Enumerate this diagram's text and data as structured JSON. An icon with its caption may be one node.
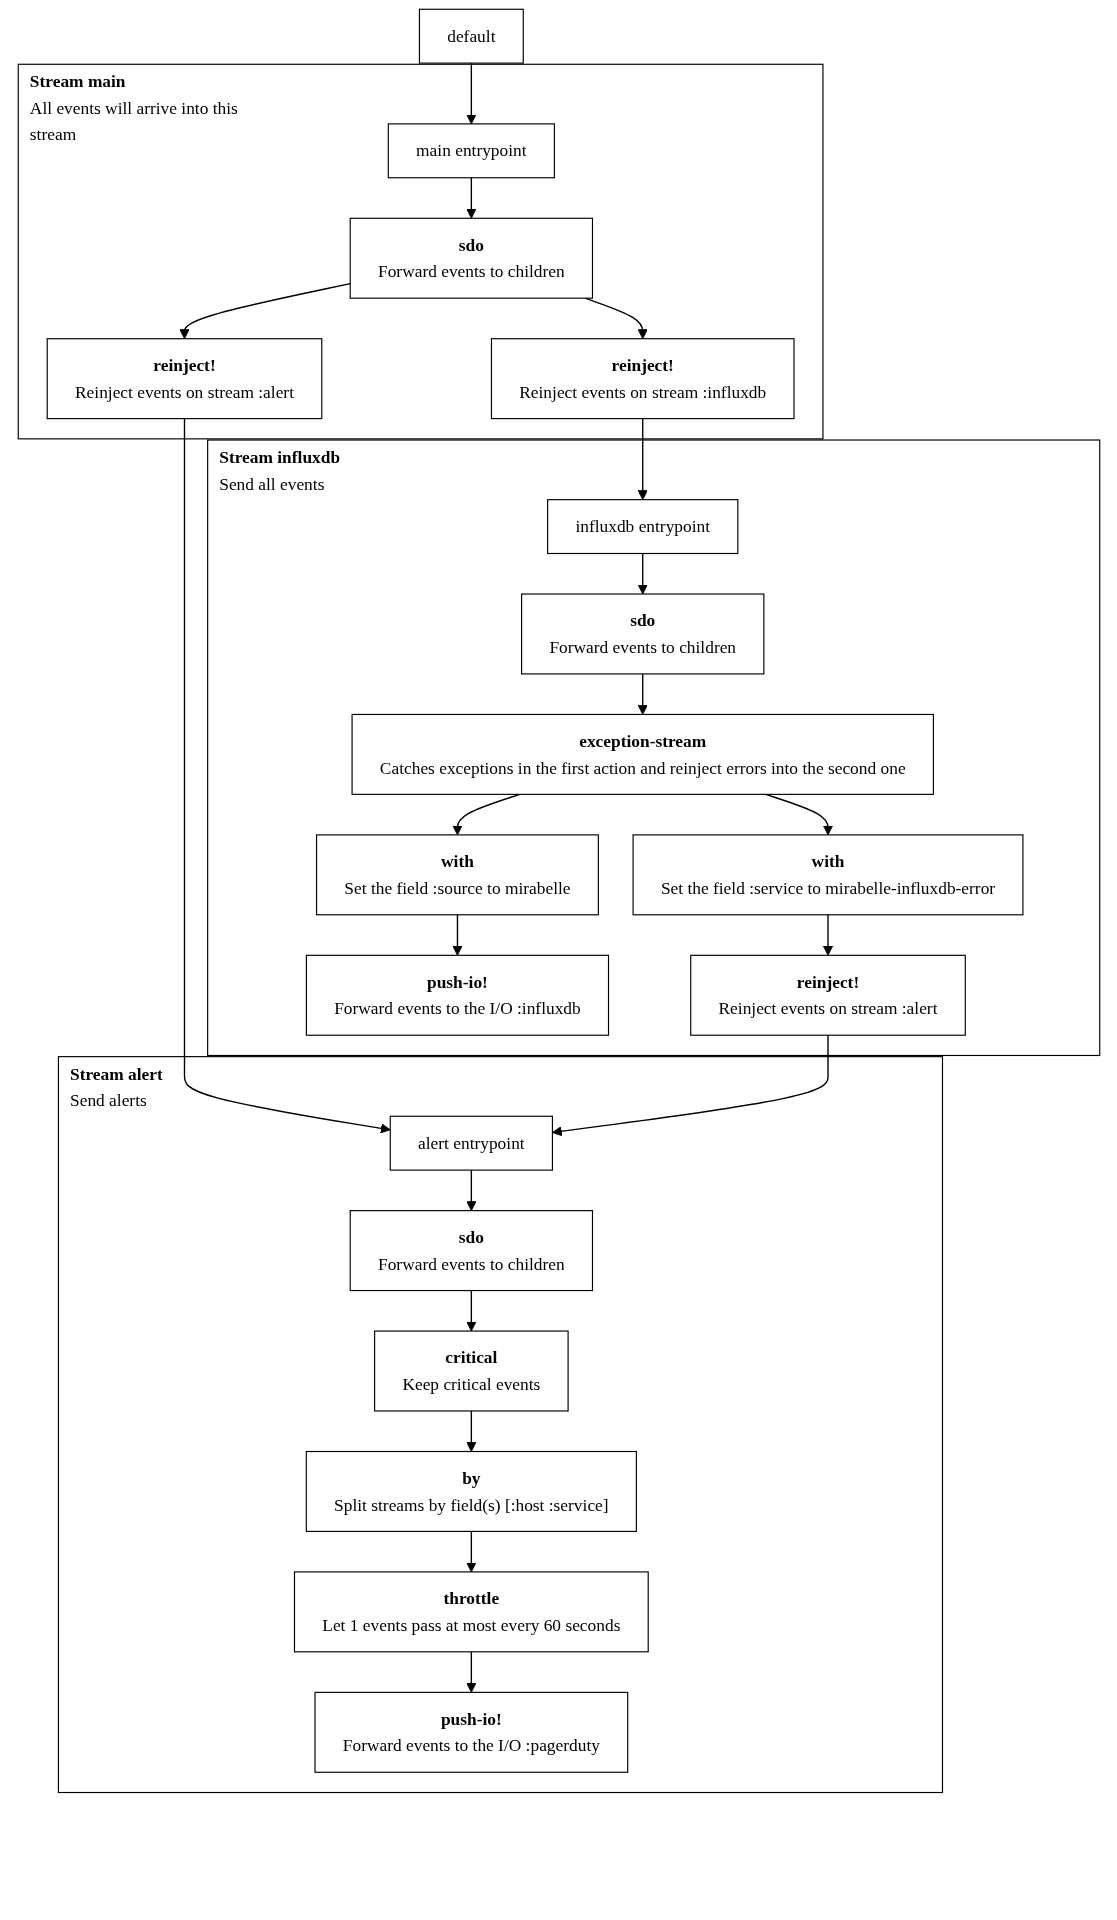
{
  "diagram": {
    "nodes": [
      {
        "text": [
          "default"
        ]
      },
      {
        "text": [
          "Stream main",
          "All events will arrive into this stream"
        ]
      },
      {
        "text": [
          "main entrypoint"
        ],
        "in": 1
      },
      {
        "text": [
          "sdo",
          "Forward events to children"
        ],
        "in": 1
      },
      {
        "text": [
          "reinject!",
          "Reinject events on stream :influxdb"
        ],
        "in": 1
      },
      {
        "text": [
          "reinject!",
          "Reinject events on stream :alert"
        ],
        "in": 1
      },
      {
        "text": [
          "Stream influxdb",
          "Send all events"
        ]
      },
      {
        "text": [
          "influxdb entrypoint"
        ],
        "in": 6
      },
      {
        "text": [
          "sdo",
          "Forward events to children"
        ],
        "in": 6
      },
      {
        "text": [
          "exception-stream",
          "Catches exceptions in the first action and reinject errors into the second one"
        ],
        "in": 6
      },
      {
        "text": [
          "with",
          "Set the field :source to mirabelle"
        ],
        "in": 6
      },
      {
        "text": [
          "with",
          "Set the field :service to mirabelle-influxdb-error"
        ],
        "in": 6
      },
      {
        "text": [
          "push-io!",
          "Forward events to the I/O :influxdb"
        ],
        "in": 6
      },
      {
        "text": [
          "reinject!",
          "Reinject events on stream :alert"
        ],
        "in": 6
      },
      {
        "text": [
          "Stream alert",
          "Send alerts"
        ]
      },
      {
        "text": [
          "alert entrypoint"
        ],
        "in": 14
      },
      {
        "text": [
          "sdo",
          "Forward events to children"
        ],
        "in": 14
      },
      {
        "text": [
          "critical",
          "Keep critical events"
        ],
        "in": 14
      },
      {
        "text": [
          "by",
          "Split streams by field(s) [:host :service]"
        ],
        "in": 14
      },
      {
        "text": [
          "throttle",
          "Let 1 events pass at most every 60 seconds"
        ],
        "in": 14
      },
      {
        "text": [
          "push-io!",
          "Forward events to the I/O :pagerduty"
        ],
        "in": 14
      }
    ],
    "edges": [
      {
        "from": 0,
        "to": 2,
        "arrow": "to"
      },
      {
        "from": 2,
        "to": 3,
        "arrow": "to"
      },
      {
        "from": 3,
        "to": 4,
        "arrow": "to"
      },
      {
        "from": 3,
        "to": 5,
        "arrow": "to"
      },
      {
        "from": 4,
        "to": 7,
        "arrow": "to"
      },
      {
        "from": 5,
        "to": 15,
        "arrow": "to"
      },
      {
        "from": 7,
        "to": 8,
        "arrow": "to"
      },
      {
        "from": 8,
        "to": 9,
        "arrow": "to"
      },
      {
        "from": 9,
        "to": 10,
        "arrow": "to"
      },
      {
        "from": 9,
        "to": 11,
        "arrow": "to"
      },
      {
        "from": 10,
        "to": 12,
        "arrow": "to"
      },
      {
        "from": 11,
        "to": 13,
        "arrow": "to"
      },
      {
        "from": 13,
        "to": 15,
        "arrow": "to"
      },
      {
        "from": 15,
        "to": 16,
        "arrow": "to"
      },
      {
        "from": 16,
        "to": 17,
        "arrow": "to"
      },
      {
        "from": 17,
        "to": 18,
        "arrow": "to"
      },
      {
        "from": 18,
        "to": 19,
        "arrow": "to"
      },
      {
        "from": 19,
        "to": 20,
        "arrow": "to"
      }
    ]
  }
}
